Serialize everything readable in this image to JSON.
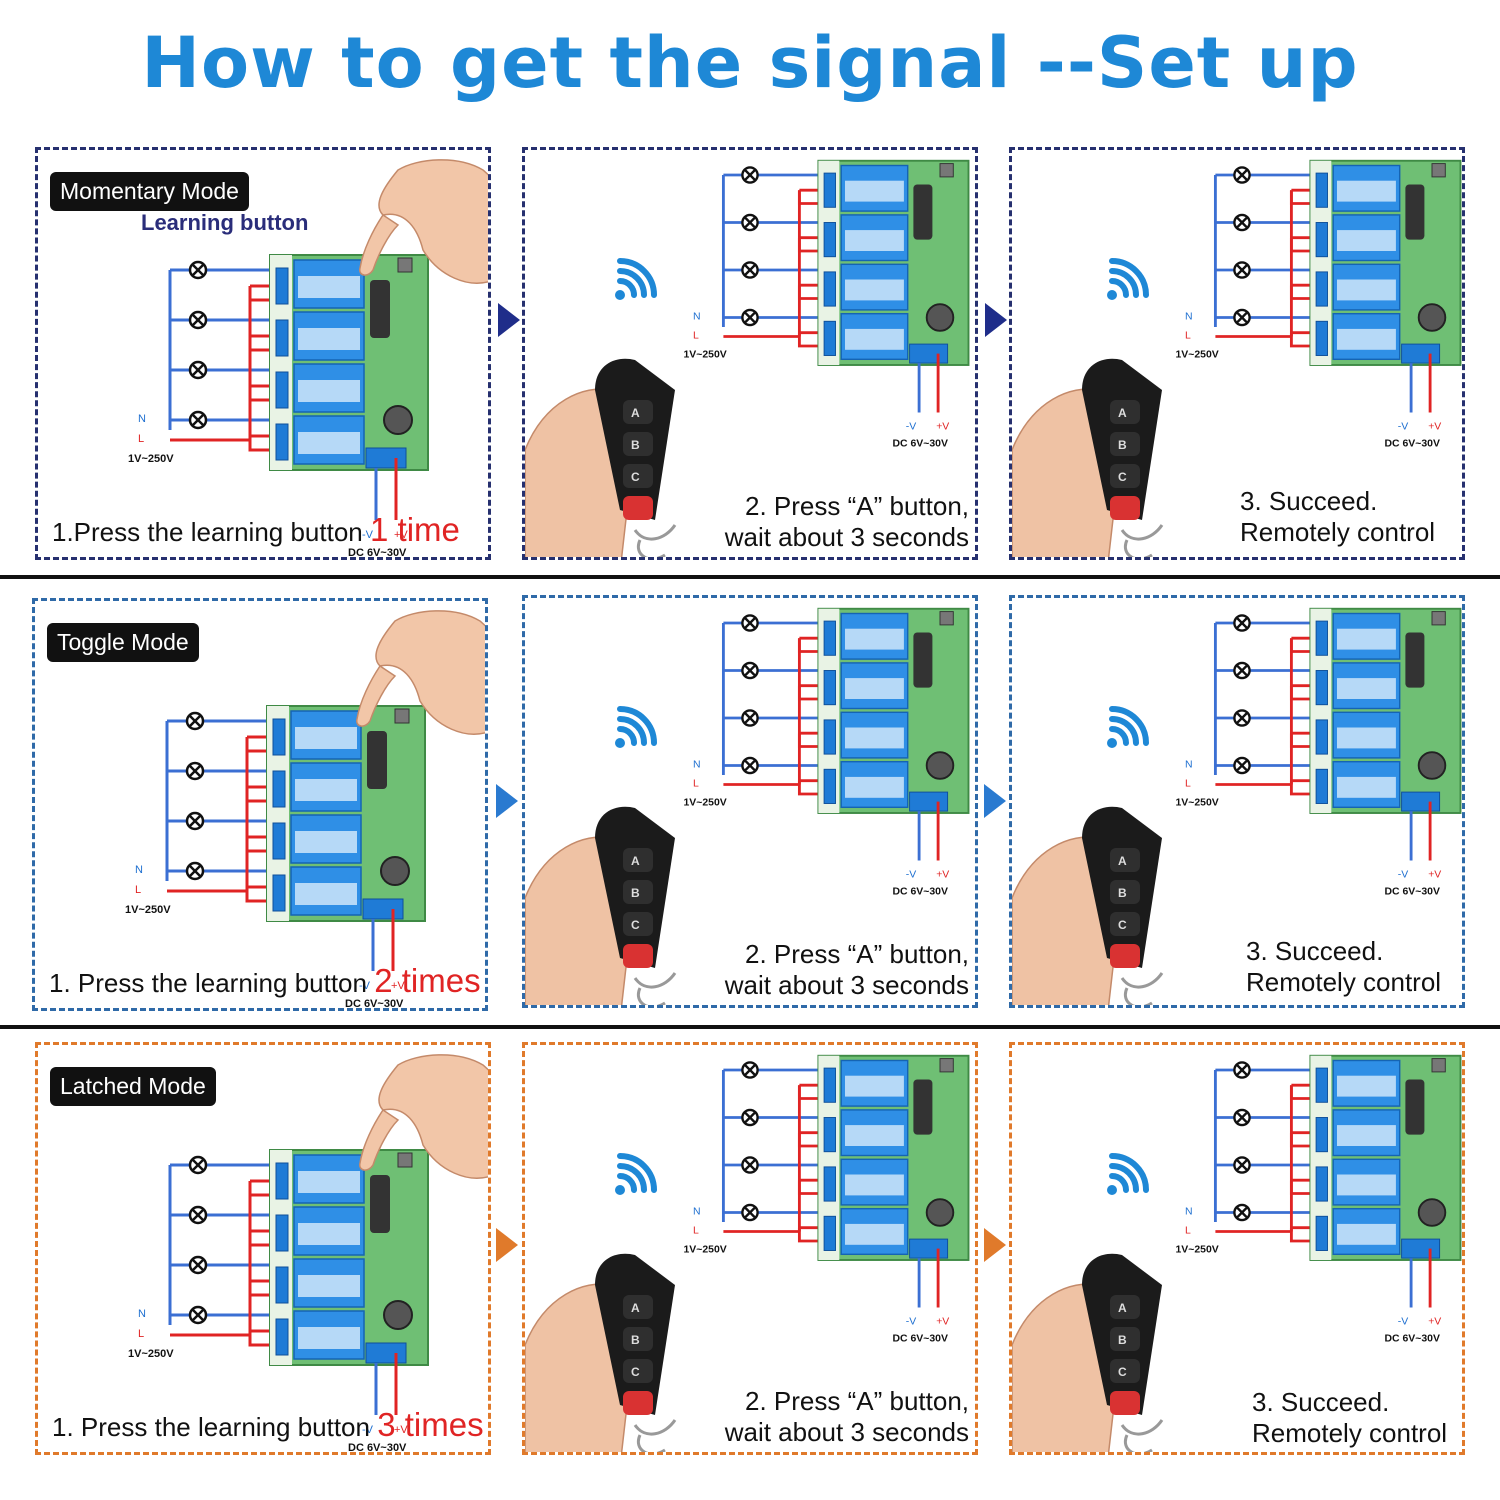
{
  "title": "How to get the signal --Set up",
  "colors": {
    "title": "#1e88d6",
    "momentary": "#26306f",
    "toggle": "#2f6aa8",
    "latched": "#e07a2b",
    "accent_red": "#e02424"
  },
  "wiring": {
    "n": "N",
    "l": "L",
    "ac": "1V~250V",
    "dc": "DC",
    "dc_range": "6V~30V",
    "neg": "-V",
    "pos": "+V"
  },
  "rows": [
    {
      "mode": "Momentary Mode",
      "learning_button": "Learning button",
      "step1_text": "1.Press the learning button",
      "step1_count": "1 time",
      "step2_line1": "2. Press “A” button,",
      "step2_line2": "wait about 3 seconds",
      "step3_line1": "3.  Succeed.",
      "step3_line2": "Remotely control"
    },
    {
      "mode": "Toggle Mode",
      "step1_text": "1. Press the learning button",
      "step1_count": "2 times",
      "step2_line1": "2. Press “A” button,",
      "step2_line2": "wait about 3 seconds",
      "step3_line1": "3.  Succeed.",
      "step3_line2": "Remotely control"
    },
    {
      "mode": "Latched Mode",
      "step1_text": "1. Press the learning button",
      "step1_count": "3 times",
      "step2_line1": "2. Press “A” button,",
      "step2_line2": "wait about 3 seconds",
      "step3_line1": "3.  Succeed.",
      "step3_line2": "Remotely control"
    }
  ],
  "icons": [
    "relay-board-illustration",
    "finger-pointer-icon",
    "wifi-signal-icon",
    "remote-control-icon",
    "direction-arrow-icon",
    "lamp-icon"
  ]
}
